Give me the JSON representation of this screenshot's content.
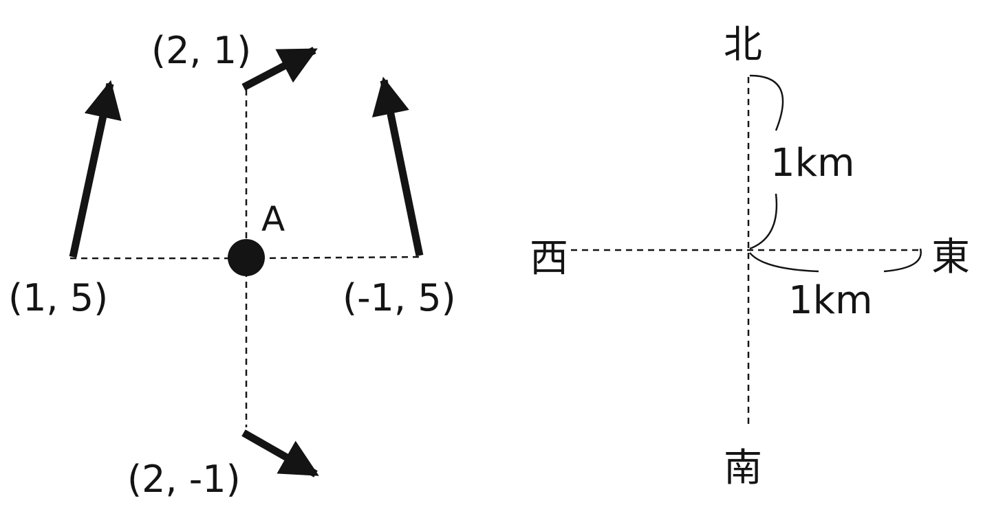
{
  "colors": {
    "ink": "#141414",
    "background": "#ffffff"
  },
  "left_diagram": {
    "center_label": "A",
    "arrows": [
      {
        "label": "(2, 1)"
      },
      {
        "label": "(1, 5)"
      },
      {
        "label": "(-1, 5)"
      },
      {
        "label": "(2, -1)"
      }
    ]
  },
  "compass": {
    "north": "北",
    "south": "南",
    "east": "東",
    "west": "西",
    "scale_vertical": "1km",
    "scale_horizontal": "1km"
  }
}
